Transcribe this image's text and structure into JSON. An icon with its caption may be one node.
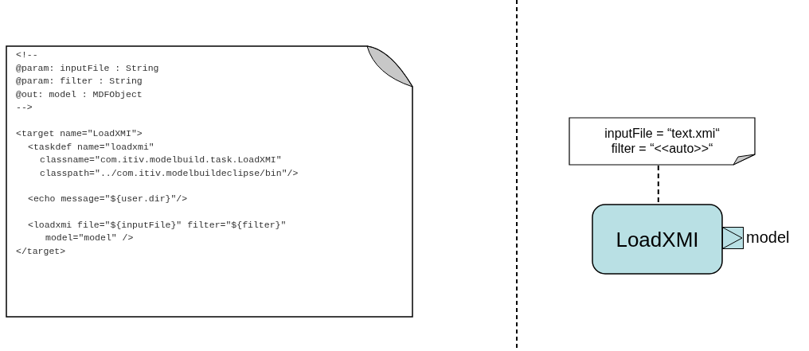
{
  "diagram": {
    "nodes": [
      {
        "text": [
          "<!--",
          "@param: inputFile : String",
          "@param: filter : String",
          "@out: model : MDFObject",
          "-->",
          "<target name=\"LoadXMI\">",
          "<taskdef name=\"loadxmi\"",
          "classname=\"com.itiv.modelbuild.task.LoadXMI\"",
          "classpath=\"../com.itiv.modelbuildeclipse/bin\"/>",
          "<echo message=\"${user.dir}\"/>",
          "<loadxmi file=\"${inputFile}\" filter=\"${filter}\"",
          "model=\"model\" />",
          "</target>"
        ]
      },
      {
        "text": [
          "inputFile = “text.xmi“",
          "filter = “<<auto>>“"
        ]
      },
      {
        "text": [
          "LoadXMI"
        ]
      },
      {
        "text": [],
        "shape": "box",
        "beside": [
          "model"
        ]
      }
    ],
    "edges": [
      {
        "from": 1,
        "to": 2,
        "arrow": "none",
        "style": "dashed"
      }
    ]
  }
}
